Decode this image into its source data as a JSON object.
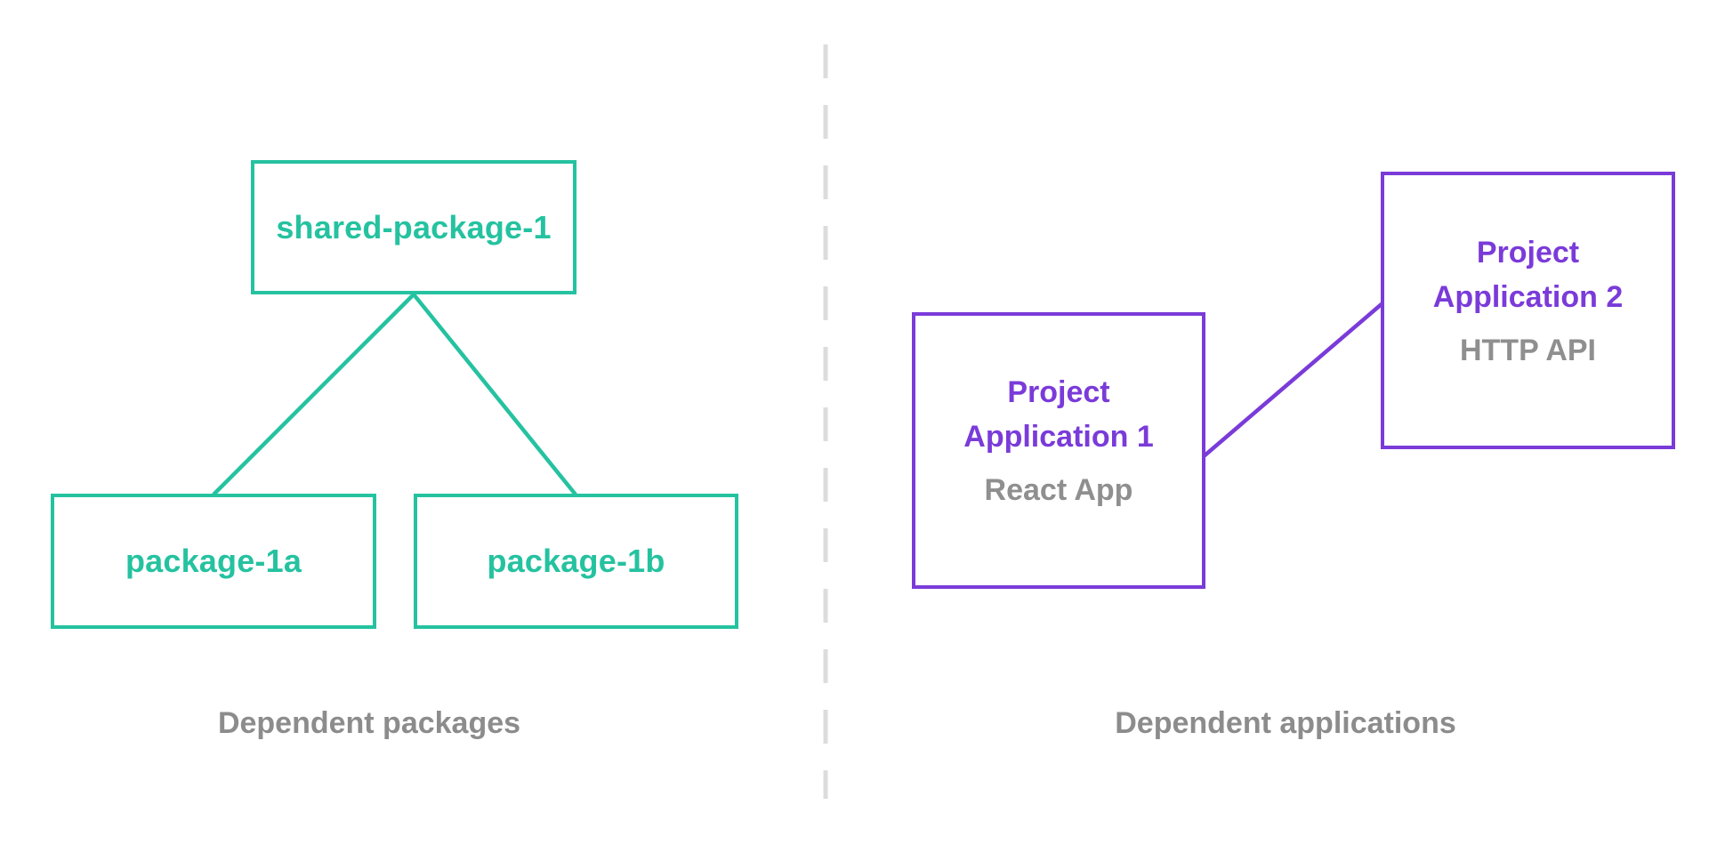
{
  "colors": {
    "background": "#ffffff",
    "teal": "#25c2a0",
    "purple": "#7a3bd9",
    "muted_text": "#8f8f8f",
    "caption_text": "#8c8c8c",
    "divider": "#dcdcdc"
  },
  "left_section": {
    "root_node": {
      "label": "shared-package-1"
    },
    "child_nodes": [
      {
        "label": "package-1a"
      },
      {
        "label": "package-1b"
      }
    ],
    "caption": "Dependent packages"
  },
  "right_section": {
    "nodes": [
      {
        "title_line1": "Project",
        "title_line2": "Application 1",
        "subtitle": "React App"
      },
      {
        "title_line1": "Project",
        "title_line2": "Application 2",
        "subtitle": "HTTP API"
      }
    ],
    "caption": "Dependent applications"
  }
}
